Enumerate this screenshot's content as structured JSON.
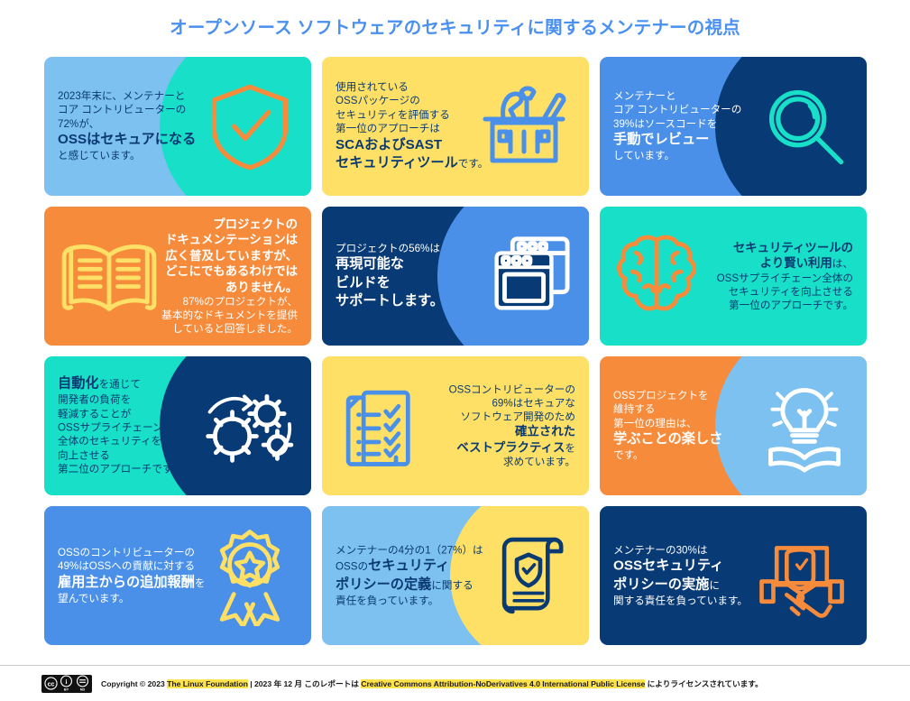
{
  "title": "オープンソース ソフトウェアのセキュリティに関するメンテナーの視点",
  "theme": {
    "title_color": "#4a90f0",
    "light_blue": "#7cc1f0",
    "blue": "#4a90e8",
    "navy": "#083a75",
    "teal": "#18e0c8",
    "yellow": "#ffe066",
    "orange": "#f78b3c",
    "white": "#ffffff",
    "highlight": "#ffe34d"
  },
  "cards": [
    {
      "id": "card-oss-secure",
      "bg": "#7cc1f0",
      "blob": "#18e0c8",
      "icon": "shield-check-icon",
      "icon_color": "#f78b3c",
      "icon_side": "right",
      "text_align": "left",
      "text_color": "#0a3a72",
      "lines": [
        {
          "t": "2023年末に、メンテナーと",
          "w": "normal"
        },
        {
          "t": "コア コントリビューターの",
          "w": "normal"
        },
        {
          "t": "72%が、",
          "w": "normal"
        },
        {
          "t": "OSSはセキュアになる",
          "w": "bold"
        },
        {
          "t": "と感じています。",
          "w": "normal"
        }
      ]
    },
    {
      "id": "card-sca-sast",
      "bg": "#ffe066",
      "blob": null,
      "icon": "toolbox-icon",
      "icon_color": "#4a90e8",
      "icon_side": "right",
      "text_align": "left",
      "text_color": "#0a3a72",
      "lines": [
        {
          "t": "使用されている",
          "w": "normal"
        },
        {
          "t": "OSSパッケージの",
          "w": "normal"
        },
        {
          "t": "セキュリティを評価する",
          "w": "normal"
        },
        {
          "t": "第一位のアプローチは",
          "w": "normal"
        },
        {
          "t": "SCAおよびSAST",
          "w": "bold"
        },
        {
          "t": "セキュリティツール",
          "w": "bold",
          "suffix": "です。"
        }
      ]
    },
    {
      "id": "card-manual-review",
      "bg": "#4a90e8",
      "blob": "#083a75",
      "icon": "magnifier-icon",
      "icon_color": "#18e0c8",
      "icon_side": "right",
      "text_align": "left",
      "text_color": "#ffffff",
      "lines": [
        {
          "t": "メンテナーと",
          "w": "normal"
        },
        {
          "t": "コア コントリビューターの",
          "w": "normal"
        },
        {
          "t": "39%はソースコードを",
          "w": "normal"
        },
        {
          "t": "手動でレビュー",
          "w": "bold"
        },
        {
          "t": "しています。",
          "w": "normal"
        }
      ]
    },
    {
      "id": "card-documentation",
      "bg": "#f78b3c",
      "blob": null,
      "icon": "open-book-icon",
      "icon_color": "#ffe066",
      "icon_side": "left",
      "text_align": "right",
      "text_color": "#ffffff",
      "lines": [
        {
          "t": "プロジェクトの",
          "w": "bold"
        },
        {
          "t": "ドキュメンテーションは",
          "w": "bold"
        },
        {
          "t": "広く普及していますが、",
          "w": "bold"
        },
        {
          "t": "どこにでもあるわけでは",
          "w": "bold"
        },
        {
          "t": "ありません。",
          "w": "bold"
        },
        {
          "t": "87%のプロジェクトが、",
          "w": "normal"
        },
        {
          "t": "基本的なドキュメントを提供",
          "w": "normal"
        },
        {
          "t": "していると回答しました。",
          "w": "normal"
        }
      ]
    },
    {
      "id": "card-reproducible-builds",
      "bg": "#083a75",
      "blob": "#4a90e8",
      "icon": "windows-stack-icon",
      "icon_color": "#ffffff",
      "icon_side": "right",
      "text_align": "left",
      "text_color": "#ffffff",
      "lines": [
        {
          "t": "プロジェクトの56%は",
          "w": "normal"
        },
        {
          "t": "再現可能な",
          "w": "bold"
        },
        {
          "t": "ビルドを",
          "w": "bold"
        },
        {
          "t": "サポートします。",
          "w": "bold"
        }
      ]
    },
    {
      "id": "card-smarter-tools",
      "bg": "#18e0c8",
      "blob": null,
      "icon": "brain-icon",
      "icon_color": "#f78b3c",
      "icon_side": "left",
      "text_align": "right",
      "text_color": "#0a3a72",
      "lines": [
        {
          "t": "セキュリティツールの",
          "w": "bold"
        },
        {
          "t": "より賢い利用",
          "w": "bold",
          "suffix": "は、"
        },
        {
          "t": "OSSサプライチェーン全体の",
          "w": "normal"
        },
        {
          "t": "セキュリティを向上させる",
          "w": "normal"
        },
        {
          "t": "第一位のアプローチです。",
          "w": "normal"
        }
      ]
    },
    {
      "id": "card-automation",
      "bg": "#18e0c8",
      "blob": "#083a75",
      "icon": "gears-icon",
      "icon_color": "#ffffff",
      "icon_side": "right",
      "text_align": "left",
      "text_color": "#0a3a72",
      "lines": [
        {
          "t": "自動化",
          "w": "bold",
          "suffix": "を通じて"
        },
        {
          "t": "開発者の負荷を",
          "w": "normal"
        },
        {
          "t": "軽減することが",
          "w": "normal"
        },
        {
          "t": "OSSサプライチェーン",
          "w": "normal"
        },
        {
          "t": "全体のセキュリティを",
          "w": "normal"
        },
        {
          "t": "向上させる",
          "w": "normal"
        },
        {
          "t": "第二位のアプローチです。",
          "w": "normal"
        }
      ]
    },
    {
      "id": "card-best-practices",
      "bg": "#ffe066",
      "blob": null,
      "icon": "checklist-icon",
      "icon_color": "#4a90e8",
      "icon_side": "left",
      "text_align": "right",
      "text_color": "#0a3a72",
      "lines": [
        {
          "t": "OSSコントリビューターの",
          "w": "normal"
        },
        {
          "t": "69%はセキュアな",
          "w": "normal"
        },
        {
          "t": "ソフトウェア開発のため",
          "w": "normal"
        },
        {
          "t": "確立された",
          "w": "bold"
        },
        {
          "t": "ベストプラクティス",
          "w": "bold",
          "suffix": "を"
        },
        {
          "t": "求めています。",
          "w": "normal"
        }
      ]
    },
    {
      "id": "card-joy-of-learning",
      "bg": "#f78b3c",
      "blob": "#7cc1f0",
      "icon": "lightbulb-book-icon",
      "icon_color": "#ffffff",
      "icon_side": "right",
      "text_align": "left",
      "text_color": "#ffffff",
      "lines": [
        {
          "t": "OSSプロジェクトを",
          "w": "normal"
        },
        {
          "t": "維持する",
          "w": "normal"
        },
        {
          "t": "第一位の理由は、",
          "w": "normal"
        },
        {
          "t": "学ぶことの楽しさ",
          "w": "bold"
        },
        {
          "t": "です。",
          "w": "normal"
        }
      ]
    },
    {
      "id": "card-employer-compensation",
      "bg": "#4a90e8",
      "blob": null,
      "icon": "award-ribbon-icon",
      "icon_color": "#ffe066",
      "icon_side": "right",
      "text_align": "left",
      "text_color": "#ffffff",
      "lines": [
        {
          "t": "OSSのコントリビューターの",
          "w": "normal"
        },
        {
          "t": "49%はOSSへの貢献に対する",
          "w": "normal"
        },
        {
          "t": "雇用主からの追加報酬",
          "w": "bold",
          "suffix": "を"
        },
        {
          "t": "望んでいます。",
          "w": "normal"
        }
      ]
    },
    {
      "id": "card-policy-definition",
      "bg": "#7cc1f0",
      "blob": "#ffe066",
      "icon": "policy-scroll-icon",
      "icon_color": "#0a3a72",
      "icon_side": "right",
      "text_align": "left",
      "text_color": "#0a3a72",
      "lines": [
        {
          "t": "メンテナーの4分の1（27%）は",
          "w": "normal"
        },
        {
          "t": "OSSの",
          "w": "normal",
          "bold_suffix": "セキュリティ"
        },
        {
          "t": "ポリシーの定義",
          "w": "bold",
          "suffix": "に関する"
        },
        {
          "t": "責任を負っています。",
          "w": "normal"
        }
      ]
    },
    {
      "id": "card-policy-enforcement",
      "bg": "#083a75",
      "blob": null,
      "icon": "handshake-icon",
      "icon_color": "#f78b3c",
      "icon_side": "right",
      "text_align": "left",
      "text_color": "#ffffff",
      "lines": [
        {
          "t": "メンテナーの30%は",
          "w": "normal"
        },
        {
          "t": "OSSセキュリティ",
          "w": "bold"
        },
        {
          "t": "ポリシーの実施",
          "w": "bold",
          "suffix": "に"
        },
        {
          "t": "関する責任を負っています。",
          "w": "normal"
        }
      ]
    }
  ],
  "footer": {
    "license_badge": "cc-by-nd-icon",
    "prefix": "Copyright © 2023 ",
    "org": "The Linux Foundation",
    "middle": " | 2023 年 12 月  このレポートは ",
    "license": "Creative Commons Attribution-NoDerivatives 4.0 International Public License",
    "suffix": " によりライセンスされています。"
  }
}
